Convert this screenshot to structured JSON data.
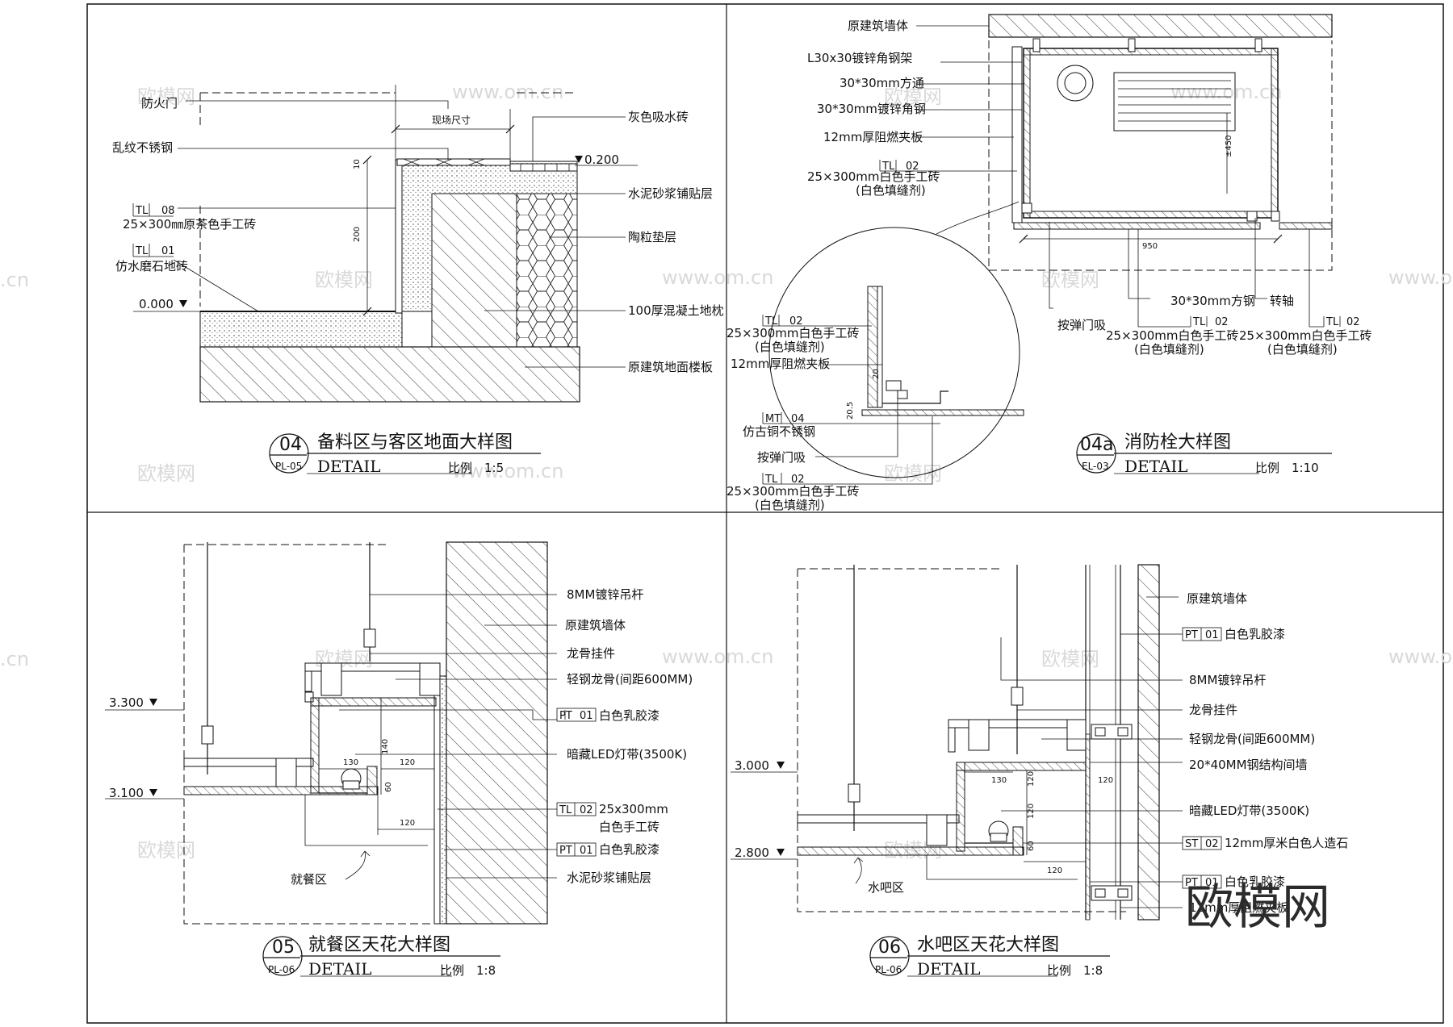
{
  "detail_04": {
    "num": "04",
    "ref": "PL-05",
    "title": "备料区与客区地面大样图",
    "detail": "DETAIL",
    "scale_label": "比例",
    "scale": "1:5",
    "labels": {
      "fire_door": "防火门",
      "site_size": "现场尺寸",
      "steel": "乱纹不锈钢",
      "grey_tile": "灰色吸水砖",
      "level_top": "0.200",
      "cement": "水泥砂浆铺贴层",
      "tl08_code": "TL",
      "tl08_num": "08",
      "tile_brown": "25×300㎜原茶色手工砖",
      "ceramsite": "陶粒垫层",
      "tl01_code": "TL",
      "tl01_num": "01",
      "terrazzo": "仿水磨石地砖",
      "level_zero": "0.000",
      "concrete": "100厚混凝土地枕",
      "floor_slab": "原建筑地面楼板",
      "dim10": "10",
      "dim200": "200"
    }
  },
  "detail_04a": {
    "num": "04a",
    "ref": "EL-03",
    "title": "消防栓大样图",
    "detail": "DETAIL",
    "scale_label": "比例",
    "scale": "1:10",
    "labels": {
      "wall": "原建筑墙体",
      "angle_frame": "L30x30镀锌角钢架",
      "tube": "30*30mm方通",
      "angle": "30*30mm镀锌角钢",
      "board": "12mm厚阻燃夹板",
      "tl02_code": "TL",
      "tl02_num": "02",
      "tile_white": "25×300mm白色手工砖",
      "filler": "(白色填缝剂)",
      "dim450": "±450",
      "dim950": "950",
      "steel_tube": "30*30mm方钢",
      "pivot": "转轴",
      "door_stop": "按弹门吸",
      "b_tl_code": "TL",
      "b_tl_num": "02",
      "b_tile": "25×300mm白色手工砖",
      "b_filler": "(白色填缝剂)",
      "c_tl_code": "TL",
      "c_tl_num": "02",
      "c_tile": "25×300mm白色手工砖",
      "c_filler": "(白色填缝剂)",
      "e_tl_code": "TL",
      "e_tl_num": "02",
      "e_tile": "25×300mm白色手工砖",
      "e_filler": "(白色填缝剂)",
      "e_board": "12mm厚阻燃夹板",
      "mt_code": "MT",
      "mt_num": "04",
      "copper": "仿古铜不锈钢",
      "e_door_stop": "按弹门吸",
      "f_tl_code": "TL",
      "f_tl_num": "02",
      "f_tile": "25×300mm白色手工砖",
      "f_filler": "(白色填缝剂)",
      "dim20": "20",
      "dim20_5": "20.5"
    }
  },
  "detail_05": {
    "num": "05",
    "ref": "PL-06",
    "title": "就餐区天花大样图",
    "detail": "DETAIL",
    "scale_label": "比例",
    "scale": "1:8",
    "labels": {
      "rod": "8MM镀锌吊杆",
      "wall": "原建筑墙体",
      "hanger": "龙骨挂件",
      "keel": "轻钢龙骨(间距600MM)",
      "level_a": "3.300",
      "pt01_code": "PT",
      "pt01_num": "01",
      "latex": "白色乳胶漆",
      "led": "暗藏LED灯带(3500K)",
      "level_b": "3.100",
      "tl02_code": "TL",
      "tl02_num": "02",
      "tile_a": "25x300mm",
      "tile_b": "白色手工砖",
      "pt01b_code": "PT",
      "pt01b_num": "01",
      "latex_b": "白色乳胶漆",
      "cement": "水泥砂浆铺贴层",
      "area": "就餐区",
      "d140": "140",
      "d130": "130",
      "d120a": "120",
      "d60": "60",
      "d120b": "120"
    }
  },
  "detail_06": {
    "num": "06",
    "ref": "PL-06",
    "title": "水吧区天花大样图",
    "detail": "DETAIL",
    "scale_label": "比例",
    "scale": "1:8",
    "labels": {
      "wall": "原建筑墙体",
      "pt01_code": "PT",
      "pt01_num": "01",
      "latex": "白色乳胶漆",
      "rod": "8MM镀锌吊杆",
      "hanger": "龙骨挂件",
      "keel": "轻钢龙骨(间距600MM)",
      "level_a": "3.000",
      "steel_wall": "20*40MM钢结构间墙",
      "led": "暗藏LED灯带(3500K)",
      "st02_code": "ST",
      "st02_num": "02",
      "stone": "12mm厚米白色人造石",
      "level_b": "2.800",
      "pt01b_code": "PT",
      "pt01b_num": "01",
      "latex_b": "白色乳胶漆",
      "board": "12mm厚阻燃夹板",
      "area": "水吧区",
      "d130": "130",
      "d120a": "120",
      "d120b": "120",
      "d60": "60",
      "d120c": "120"
    }
  },
  "watermarks": {
    "small": "欧模网",
    "url": "www.om.cn",
    "cn": ".cn",
    "big": "欧模网"
  }
}
